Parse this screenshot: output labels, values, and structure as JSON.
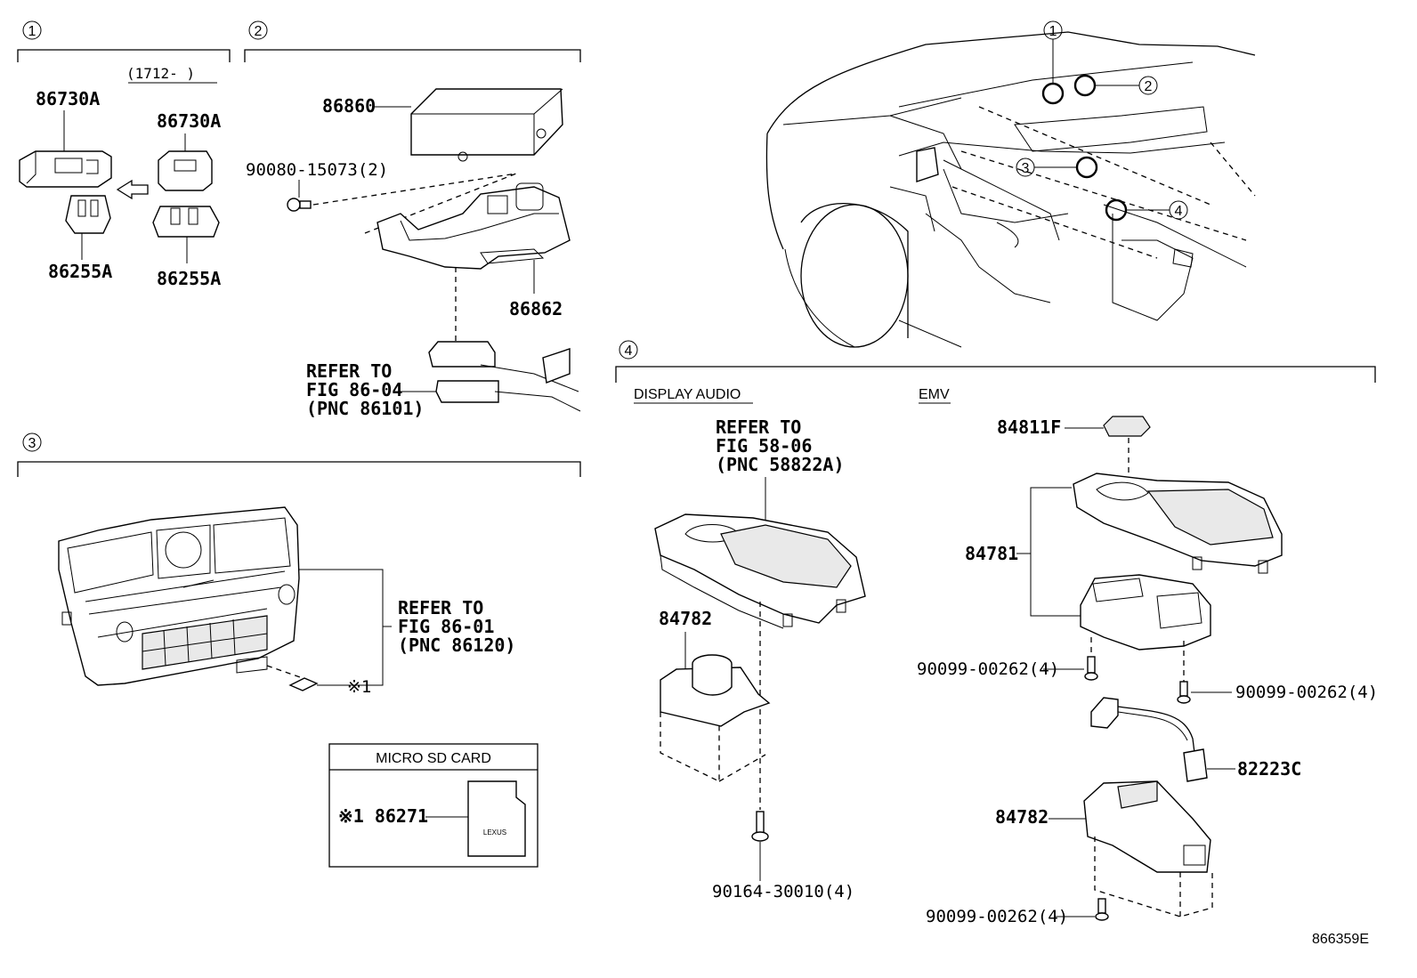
{
  "sections": {
    "s1": {
      "num": "1",
      "note": "(1712-      )"
    },
    "s2": {
      "num": "2"
    },
    "s3": {
      "num": "3"
    },
    "s4": {
      "num": "4"
    }
  },
  "locator": {
    "c1": "1",
    "c2": "2",
    "c3": "3",
    "c4": "4"
  },
  "labels": {
    "p86730A_a": "86730A",
    "p86730A_b": "86730A",
    "p86255A_a": "86255A",
    "p86255A_b": "86255A",
    "p86860": "86860",
    "bolt_90080": "90080-15073(2)",
    "p86862": "86862",
    "ref_86_04": [
      "REFER TO",
      "FIG 86-04",
      "(PNC 86101)"
    ],
    "ref_86_01": [
      "REFER TO",
      "FIG 86-01",
      "(PNC 86120)"
    ],
    "note_mark": "※1",
    "sd_title": "MICRO SD CARD",
    "sd_part": "※1 86271",
    "display_audio": "DISPLAY AUDIO",
    "emv": "EMV",
    "ref_58_06": [
      "REFER TO",
      "FIG 58-06",
      "(PNC 58822A)"
    ],
    "p84782_da": "84782",
    "bolt_90164": "90164-30010(4)",
    "p84811F": "84811F",
    "p84781": "84781",
    "bolt_90099_a": "90099-00262(4)",
    "bolt_90099_b": "90099-00262(4)",
    "p82223C": "82223C",
    "p84782_emv": "84782",
    "bolt_90099_c": "90099-00262(4)",
    "sd_brand": "LEXUS",
    "fig_id": "866359E"
  }
}
